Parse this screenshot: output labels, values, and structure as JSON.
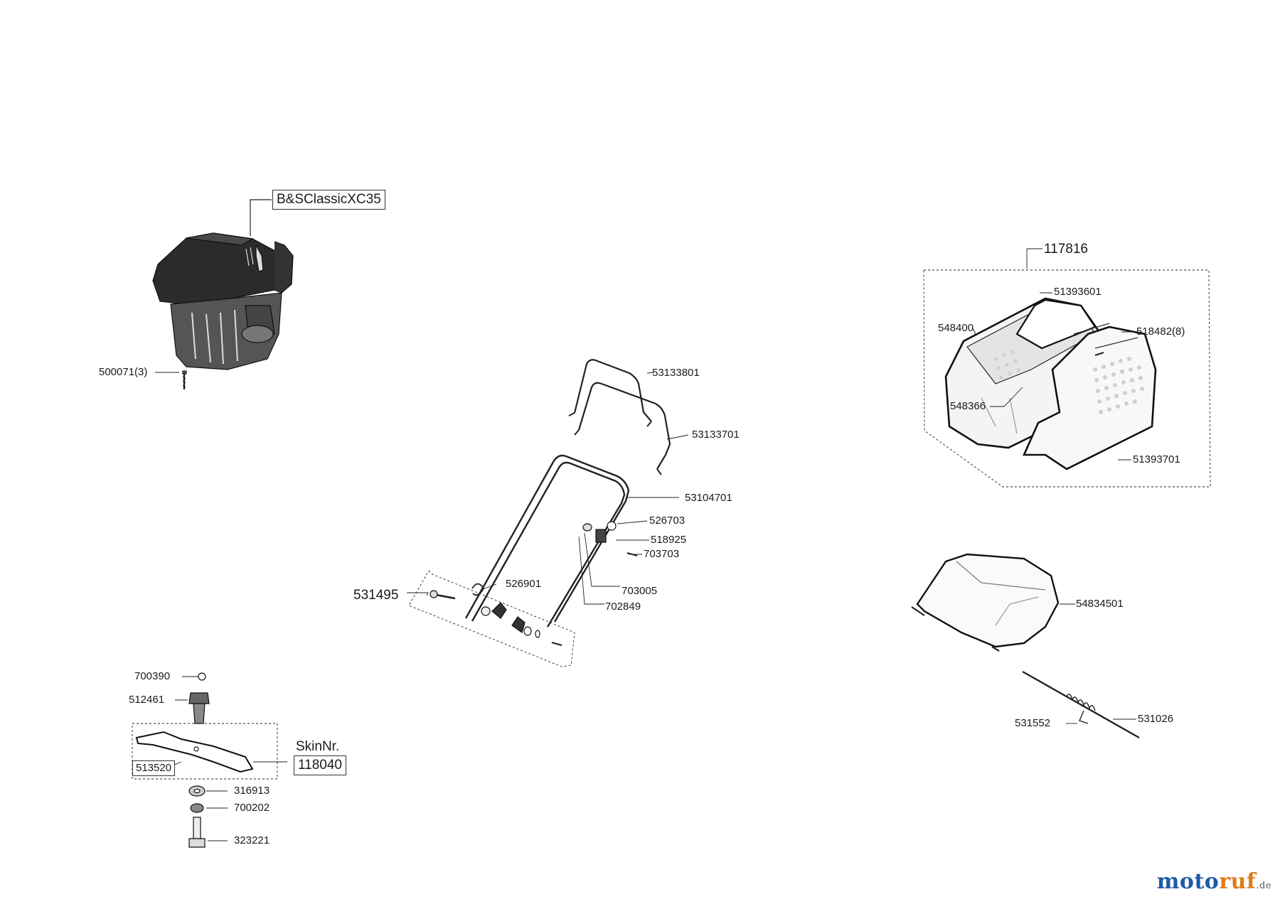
{
  "labels": {
    "engine": "B&SClassicXC35",
    "engine_screw": "500071(3)",
    "grassbox_assembly": "117816",
    "grassbox_top": "51393601",
    "grassbox_frame": "548400",
    "grassbox_screw": "518482(8)",
    "grassbox_clip": "548366",
    "grassbox_bottom": "51393701",
    "handle_lower": "53133801",
    "handle_upper": "53133701",
    "handle_main": "53104701",
    "handle_part_526703": "526703",
    "handle_part_518925": "518925",
    "handle_part_703703": "703703",
    "handle_part_703005": "703005",
    "handle_part_702849": "702849",
    "handle_part_526901": "526901",
    "handle_kit": "531495",
    "rear_flap": "54834501",
    "flap_spring": "531552",
    "flap_rod": "531026",
    "blade_part_700390": "700390",
    "blade_adapter": "512461",
    "skin_nr_label": "SkinNr.",
    "skin_nr": "118040",
    "blade": "513520",
    "washer": "316913",
    "spring_washer": "700202",
    "blade_bolt": "323221"
  },
  "logo": {
    "text_part1": "moto",
    "text_part2": "ruf",
    "suffix": ".de",
    "color1": "#1f5aa8",
    "color2": "#e07a1a"
  }
}
